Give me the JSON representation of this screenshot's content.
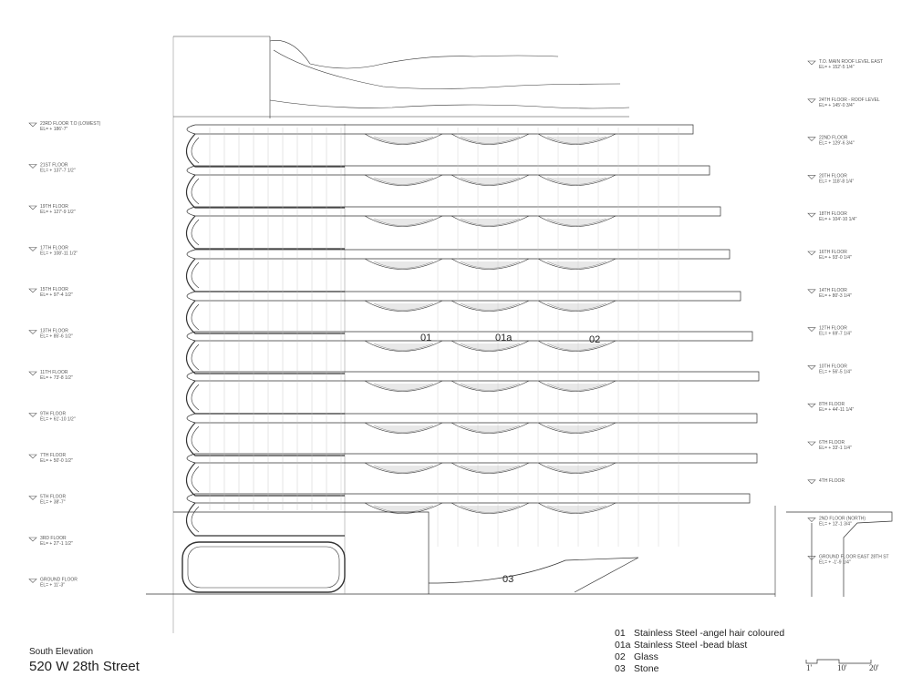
{
  "title": {
    "subtitle": "South Elevation",
    "main": "520 W 28th Street"
  },
  "levels_left": [
    {
      "name": "23RD FLOOR T.O (LOWEST)",
      "el": "EL= + 186'-7\""
    },
    {
      "name": "21ST FLOOR",
      "el": "EL= + 137'-7 1/2\""
    },
    {
      "name": "19TH FLOOR",
      "el": "EL= + 127'-9 1/2\""
    },
    {
      "name": "17TH FLOOR",
      "el": "EL= + 108'-11 1/2\""
    },
    {
      "name": "15TH FLOOR",
      "el": "EL= + 97'-4 1/2\""
    },
    {
      "name": "13TH FLOOR",
      "el": "EL= + 85'-6 1/2\""
    },
    {
      "name": "11TH FLOOR",
      "el": "EL= + 73'-8 1/2\""
    },
    {
      "name": "9TH FLOOR",
      "el": "EL= + 61'-10 1/2\""
    },
    {
      "name": "7TH FLOOR",
      "el": "EL= + 50'-0 1/2\""
    },
    {
      "name": "5TH FLOOR",
      "el": "EL= + 38'-7\""
    },
    {
      "name": "3RD FLOOR",
      "el": "EL= + 27'-1 1/2\""
    },
    {
      "name": "GROUND FLOOR",
      "el": "EL= + 11'-3\""
    }
  ],
  "levels_right": [
    {
      "name": "T.O. MAIN ROOF LEVEL EAST",
      "el": "EL= + 152'-5 1/4\""
    },
    {
      "name": "24TH FLOOR - ROOF LEVEL",
      "el": "EL= + 145'-0 3/4\""
    },
    {
      "name": "22ND FLOOR",
      "el": "EL= + 129'-6 3/4\""
    },
    {
      "name": "20TH FLOOR",
      "el": "EL= + 118'-8 1/4\""
    },
    {
      "name": "18TH FLOOR",
      "el": "EL= + 104'-10 1/4\""
    },
    {
      "name": "16TH FLOOR",
      "el": "EL= + 93'-0 1/4\""
    },
    {
      "name": "14TH FLOOR",
      "el": "EL= + 80'-3 1/4\""
    },
    {
      "name": "12TH FLOOR",
      "el": "EL= + 69'-7 1/4\""
    },
    {
      "name": "10TH FLOOR",
      "el": "EL= + 56'-5 1/4\""
    },
    {
      "name": "8TH FLOOR",
      "el": "EL= + 44'-11 1/4\""
    },
    {
      "name": "6TH FLOOR",
      "el": "EL= + 33'-1 1/4\""
    },
    {
      "name": "4TH FLOOR",
      "el": ""
    },
    {
      "name": "2ND FLOOR (NORTH)",
      "el": "EL= + 12'-1 3/4\""
    },
    {
      "name": "GROUND FLOOR EAST 28TH ST",
      "el": "EL= + -1'-9 1/4\""
    }
  ],
  "material_tags": [
    "01",
    "01a",
    "02",
    "03"
  ],
  "legend": [
    {
      "code": "01",
      "text": "Stainless Steel -angel hair coloured"
    },
    {
      "code": "01a",
      "text": "Stainless Steel -bead blast"
    },
    {
      "code": "02",
      "text": "Glass"
    },
    {
      "code": "03",
      "text": "Stone"
    }
  ],
  "scale_bar": [
    "1'",
    "10'",
    "20'"
  ]
}
